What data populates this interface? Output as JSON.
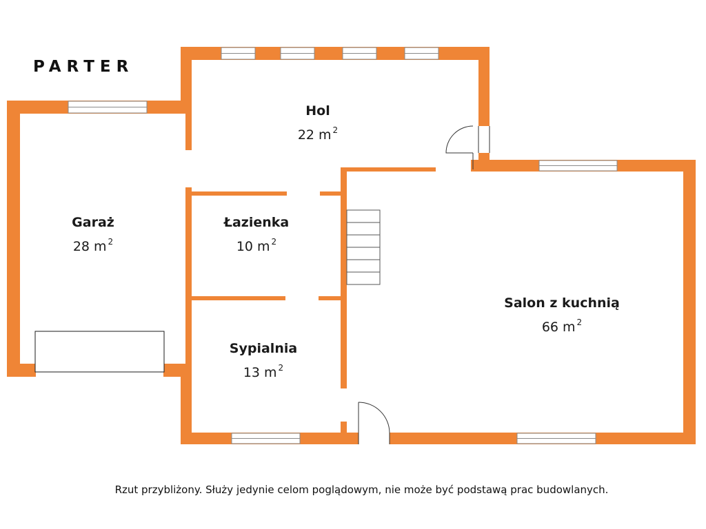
{
  "plan": {
    "title": "PARTER",
    "wall_color": "#ef8536",
    "rooms": [
      {
        "id": "hol",
        "name": "Hol",
        "area": "22 m",
        "unit_exp": "2"
      },
      {
        "id": "garaz",
        "name": "Garaż",
        "area": "28 m",
        "unit_exp": "2"
      },
      {
        "id": "lazienka",
        "name": "Łazienka",
        "area": "10 m",
        "unit_exp": "2"
      },
      {
        "id": "sypialnia",
        "name": "Sypialnia",
        "area": "13 m",
        "unit_exp": "2"
      },
      {
        "id": "salon",
        "name": "Salon z kuchnią",
        "area": "66 m",
        "unit_exp": "2"
      }
    ],
    "footnote": "Rzut przybliżony. Służy jedynie celom poglądowym, nie może być podstawą prac budowlanych."
  }
}
